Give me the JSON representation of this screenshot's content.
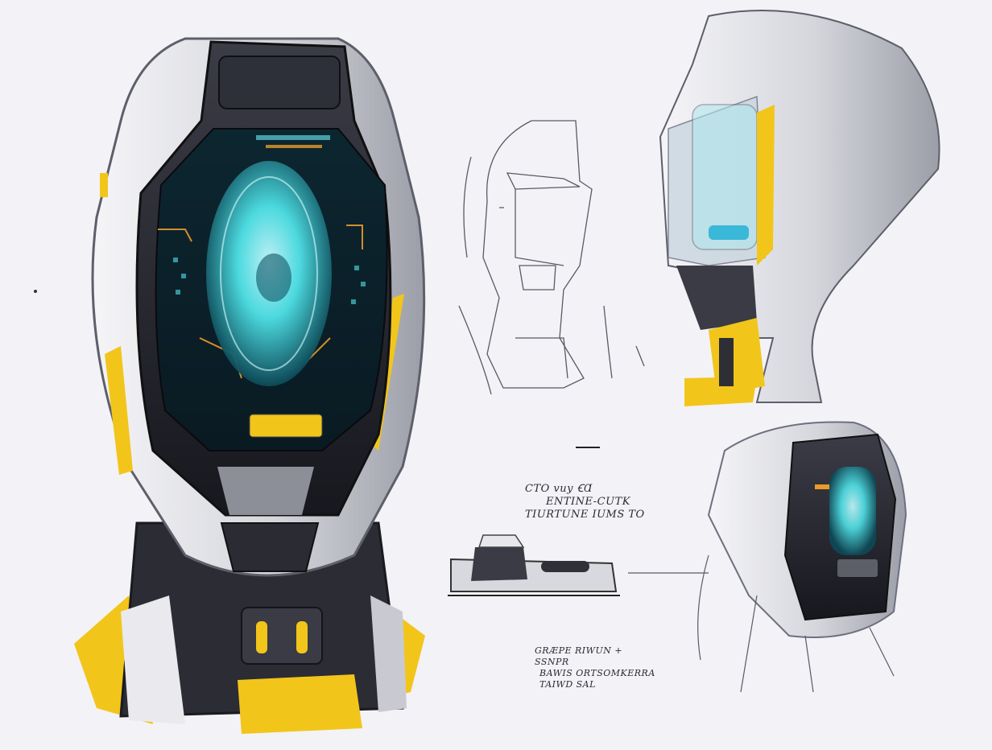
{
  "sheet": {
    "background_color": "#f3f2f6",
    "accent_color": "#f2c51a",
    "shell_color": "#dcdde3",
    "visor_color": "#2a2b33",
    "glow_color": "#4fe3e8",
    "circuit_color": "#e89a2a",
    "pencil_color": "#5a5a66"
  },
  "annotations": {
    "note_a_line1": "CTO vuy ꞒⱭ",
    "note_a_line2": "ENTINE-CUTK",
    "note_a_line3": "TIURTUNE IUMS TO",
    "note_b_line1": "GRÆPE RIWUN +",
    "note_b_line2": "SSNPR",
    "note_b_line3": "BAWIS ORTSOMKERRA",
    "note_b_line4": "TAIWD SAL"
  },
  "views": [
    {
      "id": "front-view",
      "icon": "robot-head-front"
    },
    {
      "id": "line-sketch",
      "icon": "robot-head-outline"
    },
    {
      "id": "side-view",
      "icon": "robot-head-side"
    },
    {
      "id": "three-quarter-view",
      "icon": "robot-head-three-quarter"
    },
    {
      "id": "base-detail",
      "icon": "base-plate"
    }
  ]
}
